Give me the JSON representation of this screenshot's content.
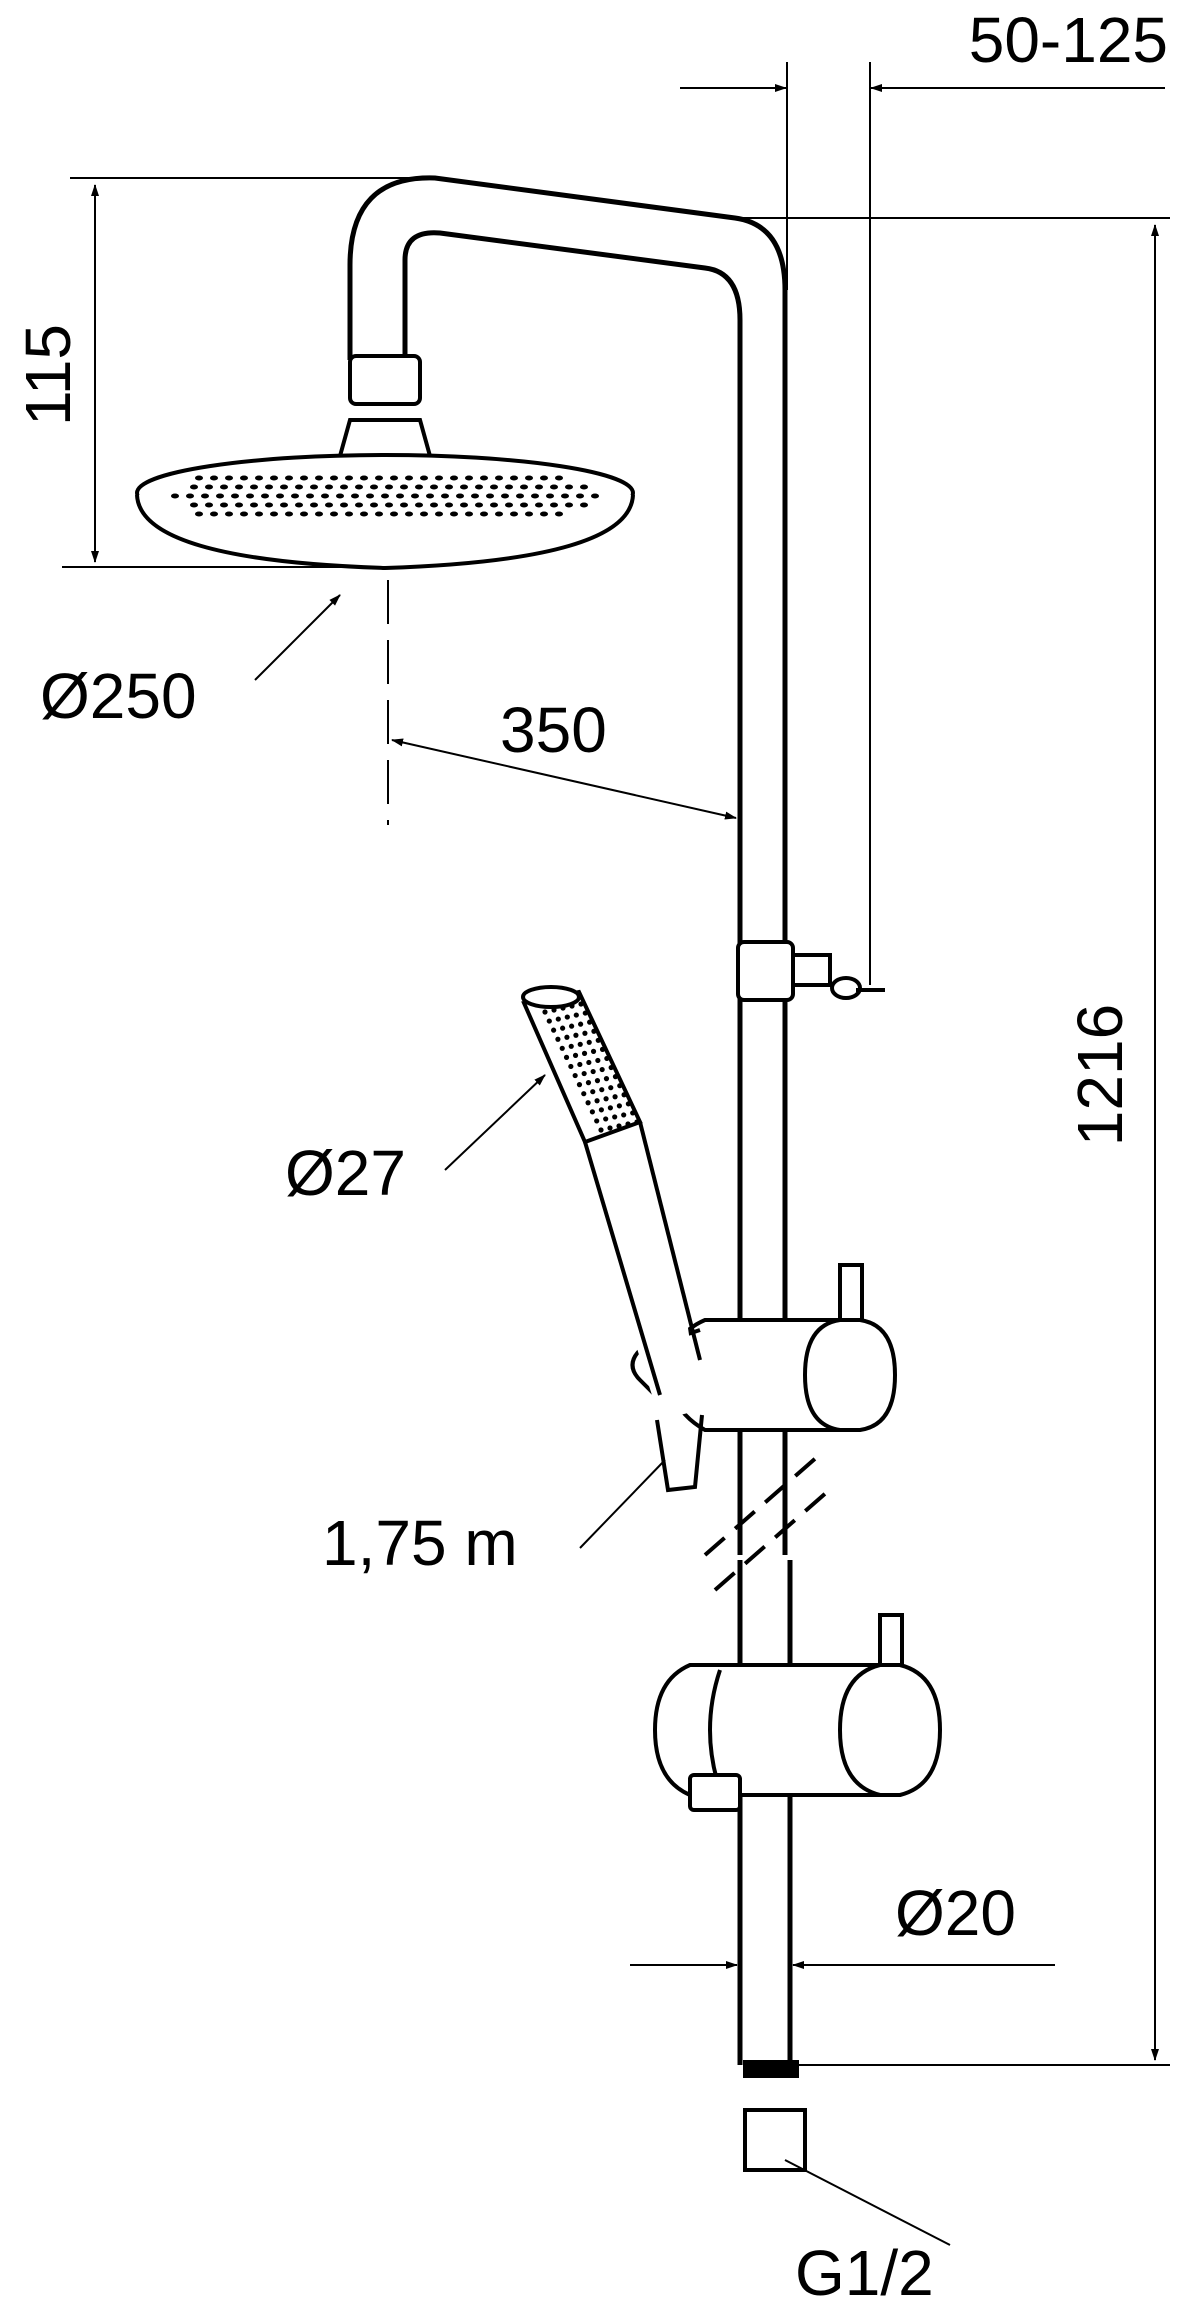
{
  "dimensions": {
    "offset_range": "50-125",
    "arm_height": "115",
    "head_diameter": "Ø250",
    "arm_reach": "350",
    "total_height": "1216",
    "hand_shower_diameter": "Ø27",
    "hose_length": "1,75 m",
    "rail_diameter": "Ø20",
    "connection_thread": "G1/2"
  },
  "colors": {
    "stroke": "#000000",
    "background": "#ffffff"
  }
}
